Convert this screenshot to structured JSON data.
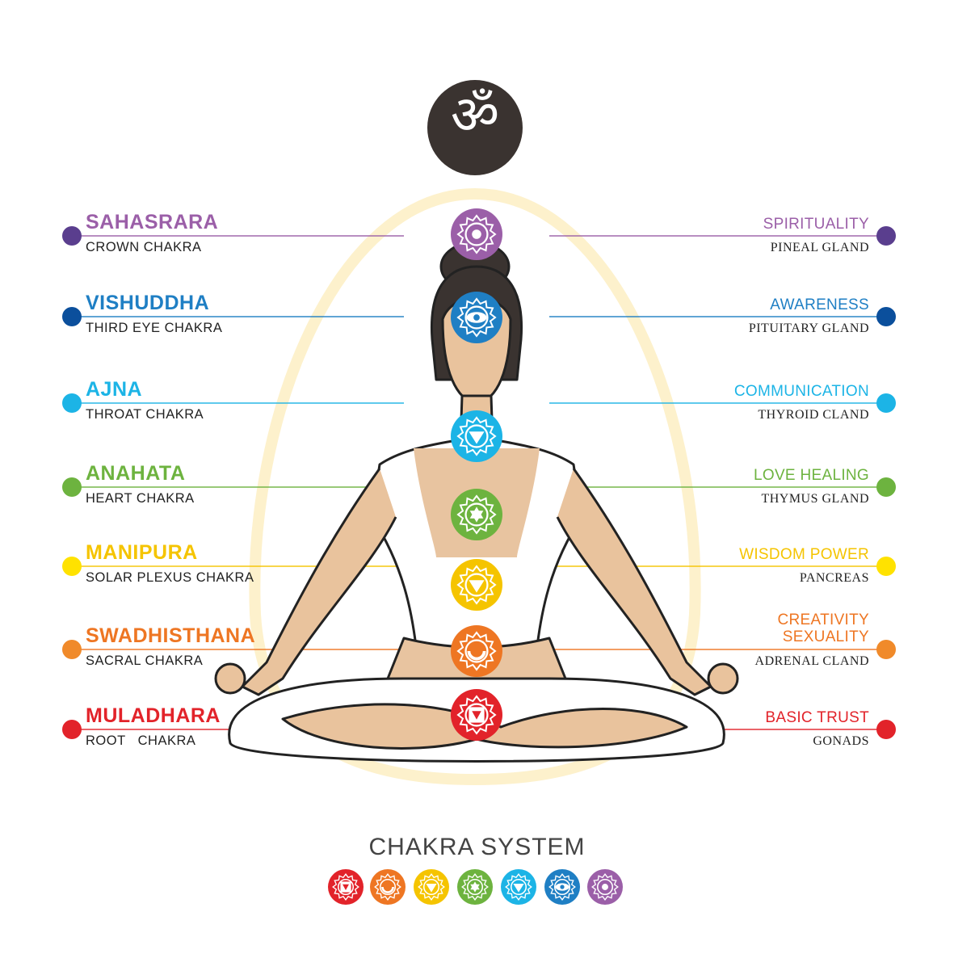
{
  "om_symbol": "ॐ",
  "chakras": [
    {
      "name": "SAHASRARA",
      "type": "CROWN CHAKRA",
      "quality": "SPIRITUALITY",
      "gland": "PINEAL GLAND",
      "color": "#9b5fa8",
      "dot": "#5a3e8e",
      "icon": "lotus-icon"
    },
    {
      "name": "VISHUDDHA",
      "type": "THIRD EYE CHAKRA",
      "quality": "AWARENESS",
      "gland": "PITUITARY GLAND",
      "color": "#1f7fc4",
      "dot": "#0b4f9c",
      "icon": "eye-icon"
    },
    {
      "name": "AJNA",
      "type": "THROAT CHAKRA",
      "quality": "COMMUNICATION",
      "gland": "THYROID CLAND",
      "color": "#1cb4e6",
      "dot": "#1cb4e6",
      "icon": "throat-triangle-icon"
    },
    {
      "name": "ANAHATA",
      "type": "HEART CHAKRA",
      "quality": "LOVE HEALING",
      "gland": "THYMUS GLAND",
      "color": "#6db33f",
      "dot": "#6db33f",
      "icon": "star-icon"
    },
    {
      "name": "MANIPURA",
      "type": "SOLAR PLEXUS CHAKRA",
      "quality": "WISDOM POWER",
      "gland": "PANCREAS",
      "color": "#f5c400",
      "dot": "#ffe200",
      "icon": "triangle-down-icon"
    },
    {
      "name": "SWADHISTHANA",
      "type": "SACRAL CHAKRA",
      "quality_lines": [
        "CREATIVITY",
        "SEXUALITY"
      ],
      "gland": "ADRENAL CLAND",
      "color": "#ee7623",
      "dot": "#f08a2a",
      "icon": "crescent-icon"
    },
    {
      "name": "MULADHARA",
      "type": "ROOT   CHAKRA",
      "quality": "BASIC TRUST",
      "gland": "GONADS",
      "color": "#e2232a",
      "dot": "#e2232a",
      "icon": "square-icon"
    }
  ],
  "footer": {
    "title": "CHAKRA SYSTEM"
  }
}
